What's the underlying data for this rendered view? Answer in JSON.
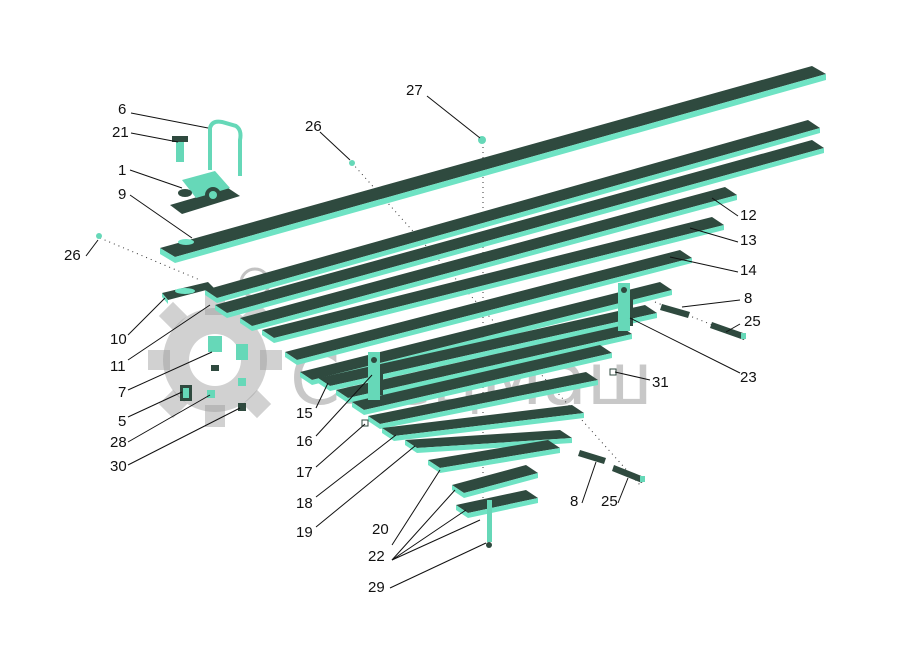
{
  "diagram": {
    "colors": {
      "leaf_top": "#2f4a3f",
      "leaf_edge": "#6fe3c4",
      "part": "#66d8b8",
      "part_dark": "#2f4a3f",
      "watermark": "#9a9a9a"
    },
    "watermark": "СпецМаш",
    "labels": [
      "6",
      "21",
      "1",
      "9",
      "26",
      "26",
      "27",
      "12",
      "13",
      "14",
      "8",
      "25",
      "10",
      "11",
      "7",
      "5",
      "28",
      "30",
      "15",
      "16",
      "17",
      "18",
      "19",
      "20",
      "22",
      "29",
      "23",
      "31",
      "8",
      "25"
    ]
  }
}
